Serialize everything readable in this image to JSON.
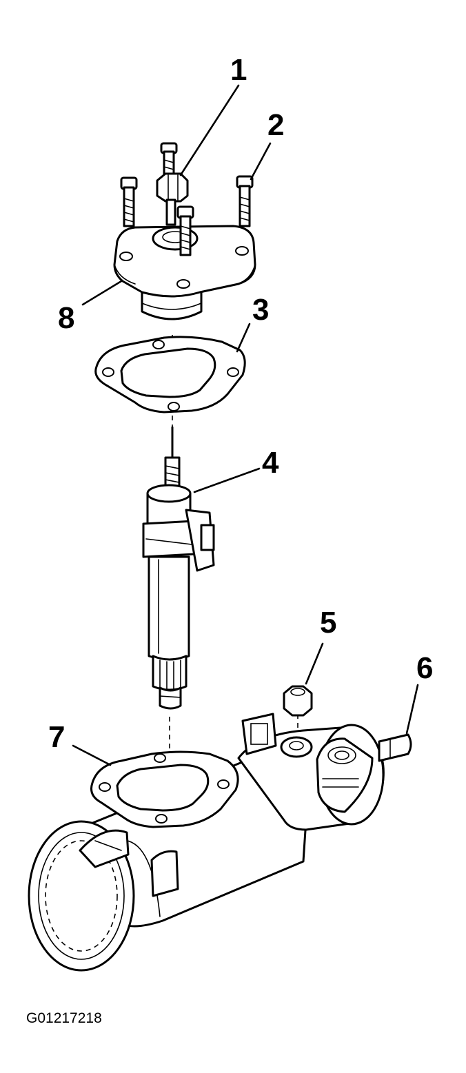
{
  "diagram": {
    "figure_id": "G01217218",
    "callouts": [
      {
        "id": "callout-1",
        "label": "1"
      },
      {
        "id": "callout-2",
        "label": "2"
      },
      {
        "id": "callout-3",
        "label": "3"
      },
      {
        "id": "callout-4",
        "label": "4"
      },
      {
        "id": "callout-5",
        "label": "5"
      },
      {
        "id": "callout-6",
        "label": "6"
      },
      {
        "id": "callout-7",
        "label": "7"
      },
      {
        "id": "callout-8",
        "label": "8"
      }
    ]
  }
}
